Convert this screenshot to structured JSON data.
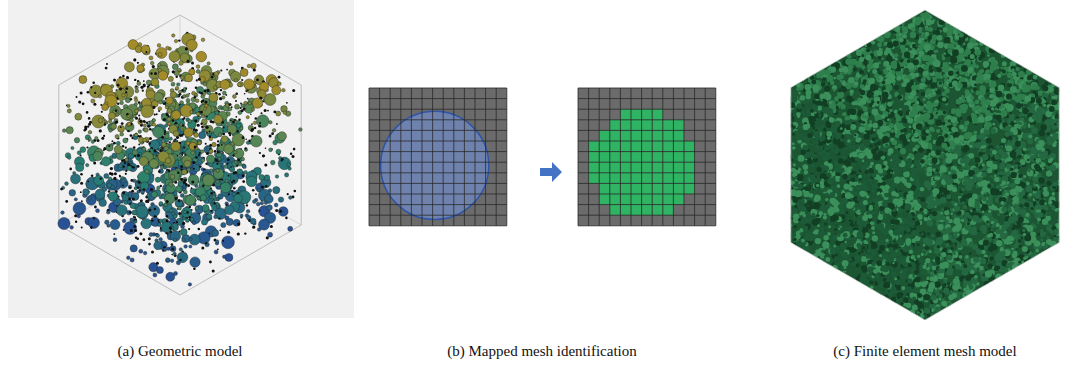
{
  "diagram": {
    "labels": [
      "(a) Geometric model",
      "(b) Mapped mesh identification",
      "(c) Finite element mesh model"
    ]
  }
}
